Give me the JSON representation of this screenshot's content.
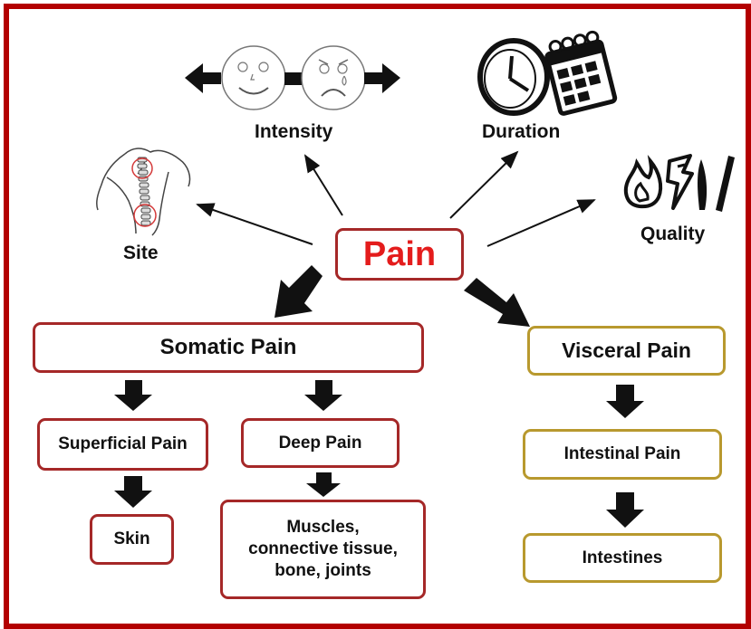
{
  "center": {
    "label": "Pain"
  },
  "dimensions": {
    "intensity": "Intensity",
    "duration": "Duration",
    "quality": "Quality",
    "site": "Site"
  },
  "somatic": {
    "label": "Somatic Pain",
    "superficial": {
      "label": "Superficial Pain",
      "child": "Skin"
    },
    "deep": {
      "label": "Deep Pain",
      "child_lines": [
        "Muscles,",
        "connective tissue,",
        "bone, joints"
      ]
    }
  },
  "visceral": {
    "label": "Visceral Pain",
    "intestinal": {
      "label": "Intestinal Pain",
      "child": "Intestines"
    }
  },
  "icons": [
    "smiley-face",
    "crying-face",
    "clock",
    "calendar",
    "flame",
    "lightning-bolt",
    "knife",
    "spine-body"
  ],
  "colors": {
    "frame": "#b30000",
    "center_text": "#e41c1c",
    "somatic_border": "#a52828",
    "visceral_border": "#b8992e"
  }
}
